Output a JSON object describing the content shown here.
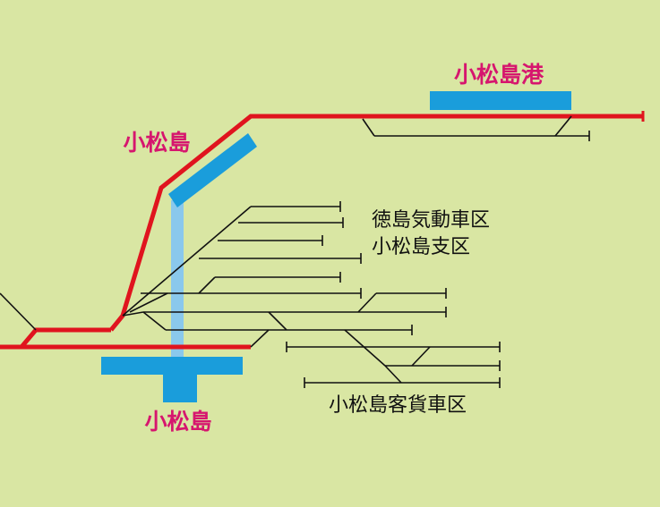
{
  "stations": {
    "komatsushima_port": "小松島港",
    "komatsushima_upper": "小松島",
    "komatsushima_lower": "小松島"
  },
  "depots": {
    "tokushima_line1": "徳島気動車区",
    "tokushima_line2": "小松島支区",
    "freight": "小松島客貨車区"
  },
  "colors": {
    "background": "#d9e6a3",
    "main_line": "#e0141e",
    "platform": "#1a9ddb",
    "connector": "#8ac8ec",
    "station_label": "#d6166e"
  }
}
